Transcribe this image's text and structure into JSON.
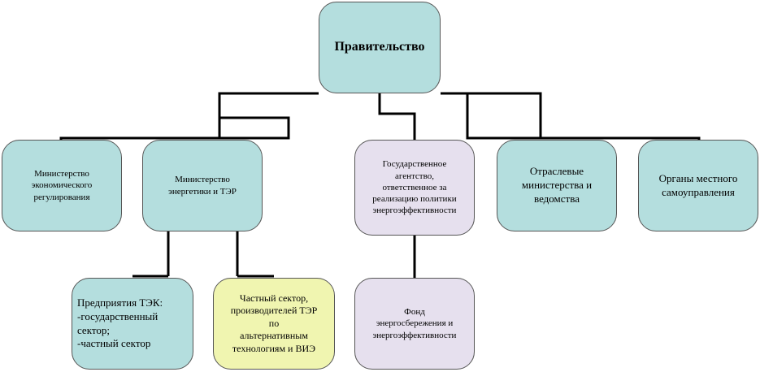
{
  "root": {
    "label": "Правительство"
  },
  "level1": {
    "economy": "Министерство\nэкономического\nрегулирования",
    "energy": "Министерство\nэнергетики и ТЭР",
    "agency": "Государственное\nагентство,\nответственное за\nреализацию политики\nэнергоэффективности",
    "branch": "Отраслевые\nминистерства и\nведомства",
    "local": "Органы местного\nсамоуправления"
  },
  "level2": {
    "tek": "Предприятия ТЭК:\n-государственный\nсектор;\n-частный сектор",
    "private": "Частный сектор,\nпроизводителей  ТЭР\nпо\nальтернативным\nтехнологиям и ВИЭ",
    "fund": "Фонд\nэнергосбережения и\nэнергоэффективности"
  },
  "colors": {
    "teal": "#b4dede",
    "lavender": "#e6e0ee",
    "yellow": "#f0f5b0",
    "line": "#000000"
  }
}
